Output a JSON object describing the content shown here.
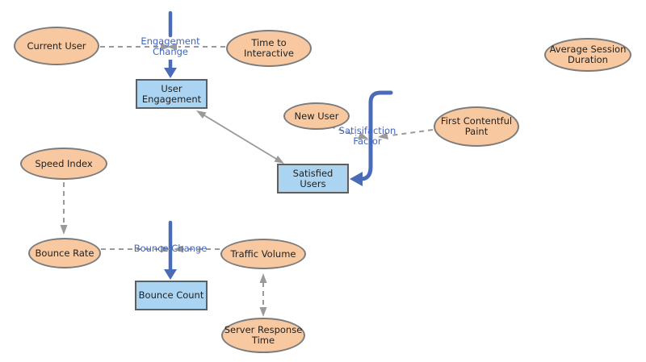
{
  "diagram": {
    "variables": [
      {
        "id": "current-user",
        "label": "Current User"
      },
      {
        "id": "time-to-interactive",
        "label": "Time to\nInteractive"
      },
      {
        "id": "average-session-duration",
        "label": "Average Session\nDuration"
      },
      {
        "id": "new-user",
        "label": "New User"
      },
      {
        "id": "first-contentful-paint",
        "label": "First Contentful\nPaint"
      },
      {
        "id": "speed-index",
        "label": "Speed Index"
      },
      {
        "id": "bounce-rate",
        "label": "Bounce Rate"
      },
      {
        "id": "traffic-volume",
        "label": "Traffic Volume"
      },
      {
        "id": "server-response-time",
        "label": "Server Response\nTime"
      }
    ],
    "stocks": [
      {
        "id": "user-engagement",
        "label": "User\nEngagement"
      },
      {
        "id": "satisfied-users",
        "label": "Satisfied\nUsers"
      },
      {
        "id": "bounce-count",
        "label": "Bounce Count"
      }
    ],
    "flows": [
      {
        "id": "engagement-change",
        "label": "Engagement\nChange"
      },
      {
        "id": "satisfaction-factor",
        "label": "Satisifaction\nFactor"
      },
      {
        "id": "bounce-change",
        "label": "Bounce Change"
      }
    ],
    "colors": {
      "variable_fill": "#F8C9A1",
      "variable_border": "#7c7c7c",
      "stock_fill": "#AAD4F1",
      "stock_border": "#5e5e5e",
      "flow_blue": "#4A6CB8",
      "flow_label_blue": "#4365BE",
      "connector_gray": "#9a9a9a"
    }
  }
}
